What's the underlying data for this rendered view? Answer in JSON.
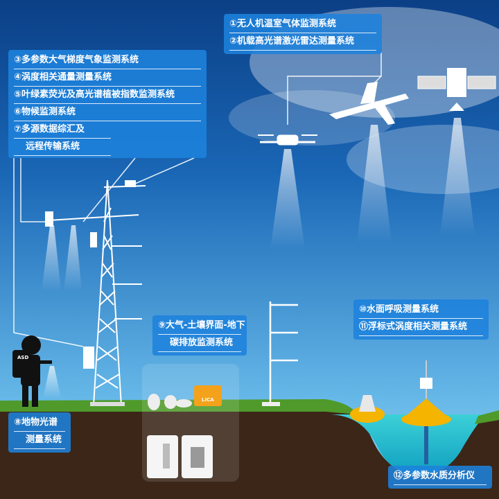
{
  "labels": {
    "box_aerial": [
      "①无人机温室气体监测系统",
      "②机载高光谱激光雷达测量系统"
    ],
    "box_tower": [
      "③多参数大气梯度气象监测系统",
      "④涡度相关通量测量系统",
      "⑤叶绿素荧光及高光谱植被指数监测系统",
      "⑥物候监测系统",
      "⑦多源数据综汇及",
      "远程传输系统"
    ],
    "box_soil": [
      "⑨大气-土壤界面-地下",
      "碳排放监测系统"
    ],
    "box_water": [
      "⑩水面呼吸测量系统",
      "⑪浮标式涡度相关测量系统"
    ],
    "box_spectra": [
      "⑧地物光谱",
      "测量系统"
    ],
    "box_quality": [
      "⑫多参数水质分析仪"
    ]
  },
  "device_marks": {
    "backpack": "ASD",
    "case": "LICA"
  },
  "colors": {
    "sky_top": "#0b3f86",
    "sky_bottom": "#7cc7ee",
    "label_bg": "#1e82dc",
    "soil": "#3b2618",
    "grass": "#4f9a2a",
    "water": "#1fb6c9",
    "buoy": "#f4b400"
  }
}
